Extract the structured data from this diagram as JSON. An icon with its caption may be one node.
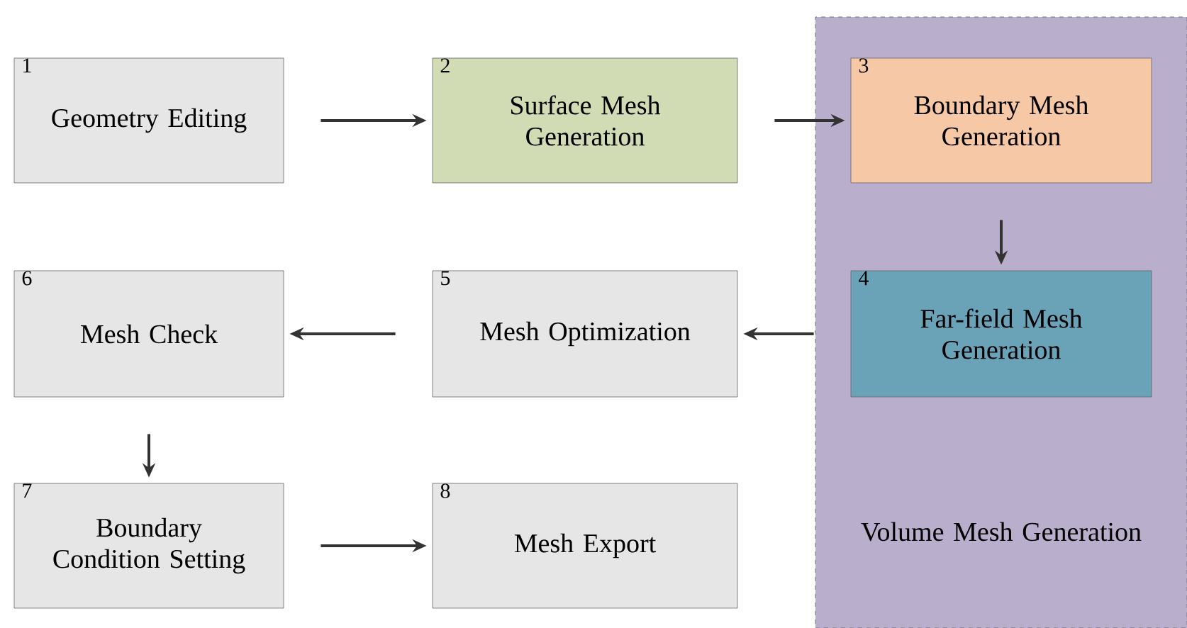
{
  "diagram": {
    "nodes": [
      {
        "text": [
          "1",
          "Geometry Editing"
        ]
      },
      {
        "text": [
          "2",
          "Surface Mesh Generation"
        ]
      },
      {
        "text": [
          "Volume Mesh Generation"
        ]
      },
      {
        "text": [
          "3",
          "Boundary Mesh Generation"
        ],
        "in": 2
      },
      {
        "text": [
          "4",
          "Far-field Mesh Generation"
        ],
        "in": 2
      },
      {
        "text": [
          "5",
          "Mesh Optimization"
        ]
      },
      {
        "text": [
          "6",
          "Mesh Check"
        ]
      },
      {
        "text": [
          "7",
          "Boundary Condition Setting"
        ]
      },
      {
        "text": [
          "8",
          "Mesh Export"
        ]
      }
    ],
    "edges": [
      {
        "from": 0,
        "to": 1,
        "arrow": "to"
      },
      {
        "from": 1,
        "to": 3,
        "arrow": "to"
      },
      {
        "from": 3,
        "to": 4,
        "arrow": "to"
      },
      {
        "from": 4,
        "to": 5,
        "arrow": "to"
      },
      {
        "from": 5,
        "to": 6,
        "arrow": "to"
      },
      {
        "from": 6,
        "to": 7,
        "arrow": "to"
      },
      {
        "from": 7,
        "to": 8,
        "arrow": "to"
      }
    ]
  }
}
